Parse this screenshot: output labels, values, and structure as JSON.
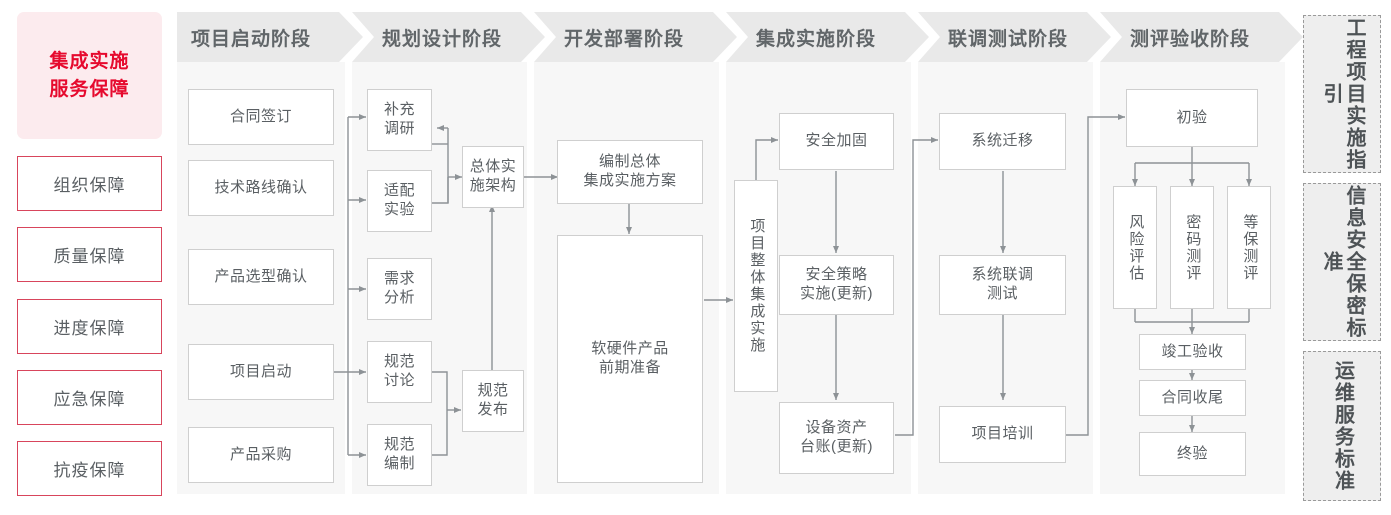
{
  "title_card": {
    "line1": "集成实施",
    "line2": "服务保障",
    "bg": "#fcebee",
    "fg": "#e60a2e"
  },
  "guarantees": [
    {
      "label": "组织保障"
    },
    {
      "label": "质量保障"
    },
    {
      "label": "进度保障"
    },
    {
      "label": "应急保障"
    },
    {
      "label": "抗疫保障"
    }
  ],
  "stages": [
    {
      "id": "s1",
      "header": "项目启动阶段"
    },
    {
      "id": "s2",
      "header": "规划设计阶段"
    },
    {
      "id": "s3",
      "header": "开发部署阶段"
    },
    {
      "id": "s4",
      "header": "集成实施阶段"
    },
    {
      "id": "s5",
      "header": "联调测试阶段"
    },
    {
      "id": "s6",
      "header": "测评验收阶段"
    }
  ],
  "nodes": {
    "n_hetong": "合同签订",
    "n_jishu": "技术路线确认",
    "n_chanpinxuanxing": "产品选型确认",
    "n_xiangmuqidong": "项目启动",
    "n_chanpincaigou": "产品采购",
    "n_buchong": "补充\n调研",
    "n_shipei": "适配\n实验",
    "n_xuqiu": "需求\n分析",
    "n_guifantaolun": "规范\n讨论",
    "n_guifanbianzhi": "规范\n编制",
    "n_zongti": "总体实\n施架构",
    "n_guifanfabu": "规范\n发布",
    "n_bianzhizongti": "编制总体\n集成实施方案",
    "n_ruanyingjian": "软硬件产品\n前期准备",
    "n_xiangmuzhengti": "项目整体集成实施",
    "n_anquanjiagu": "安全加固",
    "n_anquance": "安全策略\n实施(更新)",
    "n_shebei": "设备资产\n台账(更新)",
    "n_xitongqianyi": "系统迁移",
    "n_xitongliandiao": "系统联调\n测试",
    "n_xiangmupeixun": "项目培训",
    "n_chuyan": "初验",
    "n_fengxian": "风险评估",
    "n_mima": "密码测评",
    "n_dengbao": "等保测评",
    "n_jungong": "竣工验收",
    "n_hetongshouwei": "合同收尾",
    "n_zhongyan": "终验"
  },
  "side_standards": [
    {
      "label": "工程项目实施指引"
    },
    {
      "label": "信息安全保密标准"
    },
    {
      "label": "运维服务标准"
    }
  ],
  "colors": {
    "panel_bg": "#f7f7f7",
    "chevron_bg": "#e9e9e9",
    "node_border": "#cfcfcf",
    "node_text": "#5a5f63",
    "wire": "#8d9296",
    "accent_red": "#e60a2e",
    "left_border": "#d8455c"
  }
}
